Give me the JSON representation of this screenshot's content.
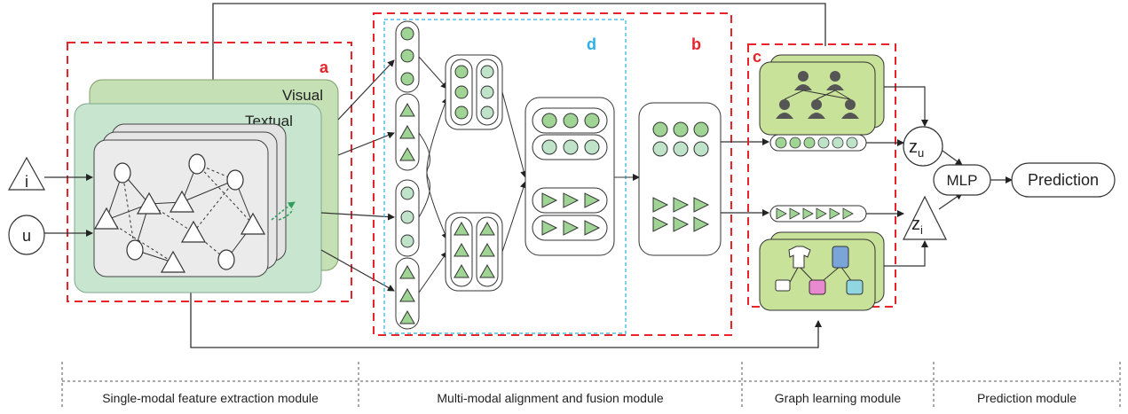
{
  "modules": {
    "single_modal": "Single-modal feature extraction module",
    "alignment_fusion": "Multi-modal alignment and fusion module",
    "graph_learning": "Graph learning module",
    "prediction": "Prediction module"
  },
  "region_labels": {
    "a": "a",
    "b": "b",
    "c": "c",
    "d": "d"
  },
  "layer_labels": {
    "visual": "Visual",
    "textual": "Textual"
  },
  "inputs": {
    "item": "i",
    "user": "u"
  },
  "latent": {
    "zu_base": "z",
    "zu_sub": "u",
    "zi_base": "z",
    "zi_sub": "i"
  },
  "mlp": "MLP",
  "prediction": "Prediction",
  "colors": {
    "dashed_box": "#e8232a",
    "inner_dashed_box": "#2ab0e4",
    "visual_layer": "#c5e0b4",
    "textual_layer": "#c8e6cf",
    "graph_card": "#e8e8e8",
    "node_green": "#9fd494",
    "node_light": "#bfe3c8",
    "graph_box": "#c9e29a",
    "region_a": "#e8232a",
    "region_d": "#2ab0e4"
  }
}
